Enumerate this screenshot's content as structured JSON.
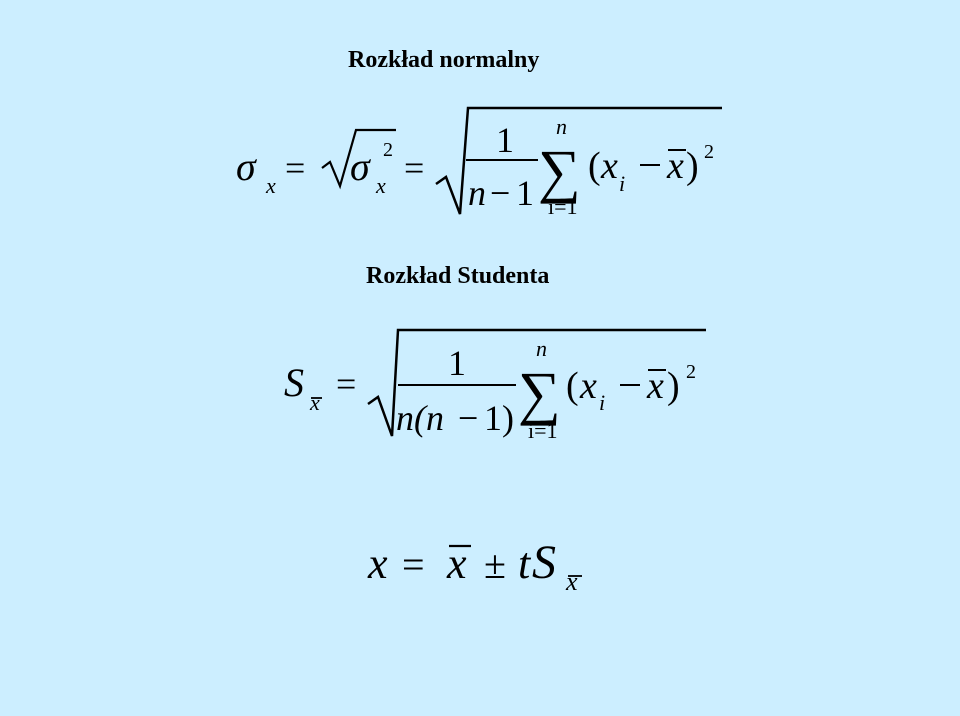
{
  "slide": {
    "heading_normal": "Rozkład normalny",
    "heading_student": "Rozkład Studenta"
  },
  "formula1": {
    "sigma": "σ",
    "sub_x": "x",
    "eq": "=",
    "sup_2": "2",
    "num": "1",
    "den_n": "n",
    "minus": "−",
    "one": "1",
    "sum_top": "n",
    "sum_bottom": "i=1",
    "open_paren": "(",
    "x": "x",
    "sub_i": "i",
    "xbar": "x",
    "close_paren": ")"
  },
  "formula2": {
    "S": "S",
    "sub_xbar": "x",
    "eq": "=",
    "num": "1",
    "den": "n(n",
    "minus": "−",
    "den_tail": "1)",
    "sum_top": "n",
    "sum_bottom": "i=1",
    "open_paren": "(",
    "x": "x",
    "sub_i": "i",
    "xbar": "x",
    "close_paren": ")",
    "sup_2": "2"
  },
  "formula3": {
    "x": "x",
    "eq": "=",
    "xbar": "x",
    "pm": "±",
    "t": "t",
    "S": "S",
    "sub_xbar": "x"
  },
  "colors": {
    "background": "#cceeff",
    "ink": "#000000"
  }
}
